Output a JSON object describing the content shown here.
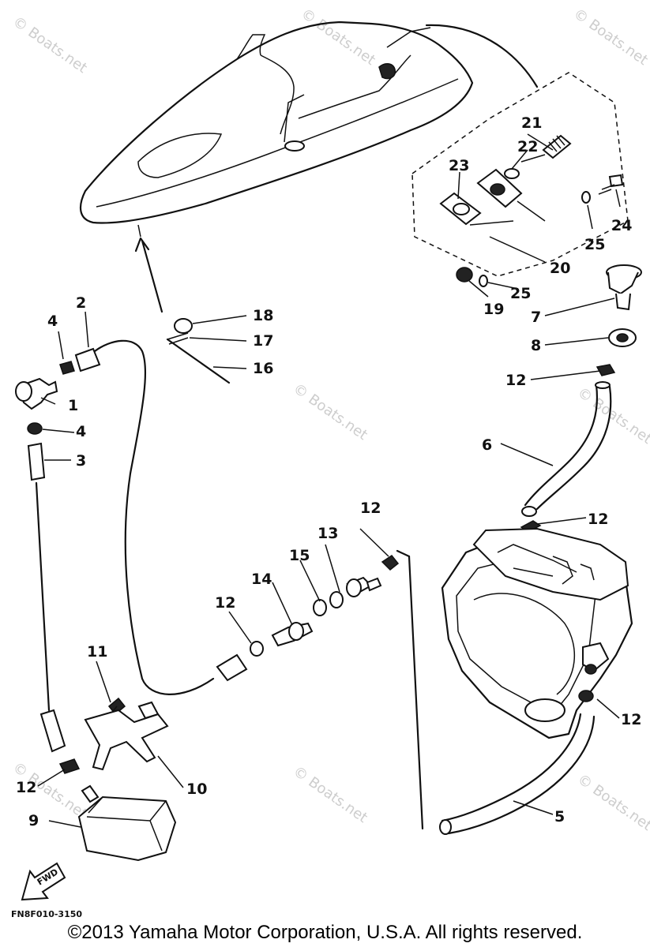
{
  "callouts": {
    "c1": "1",
    "c2": "2",
    "c3": "3",
    "c4a": "4",
    "c4b": "4",
    "c5": "5",
    "c6": "6",
    "c7": "7",
    "c8": "8",
    "c9": "9",
    "c10": "10",
    "c11": "11",
    "c12a": "12",
    "c12b": "12",
    "c12c": "12",
    "c12d": "12",
    "c12e": "12",
    "c12f": "12",
    "c13": "13",
    "c14": "14",
    "c15": "15",
    "c16": "16",
    "c17": "17",
    "c18": "18",
    "c19": "19",
    "c20": "20",
    "c21": "21",
    "c22": "22",
    "c23": "23",
    "c24": "24",
    "c25a": "25",
    "c25b": "25"
  },
  "diagram_ref": "FN8F010-3150",
  "fwd_label": "FWD",
  "watermark": "© Boats.net",
  "copyright": "©2013 Yamaha Motor Corporation, U.S.A. All rights reserved."
}
